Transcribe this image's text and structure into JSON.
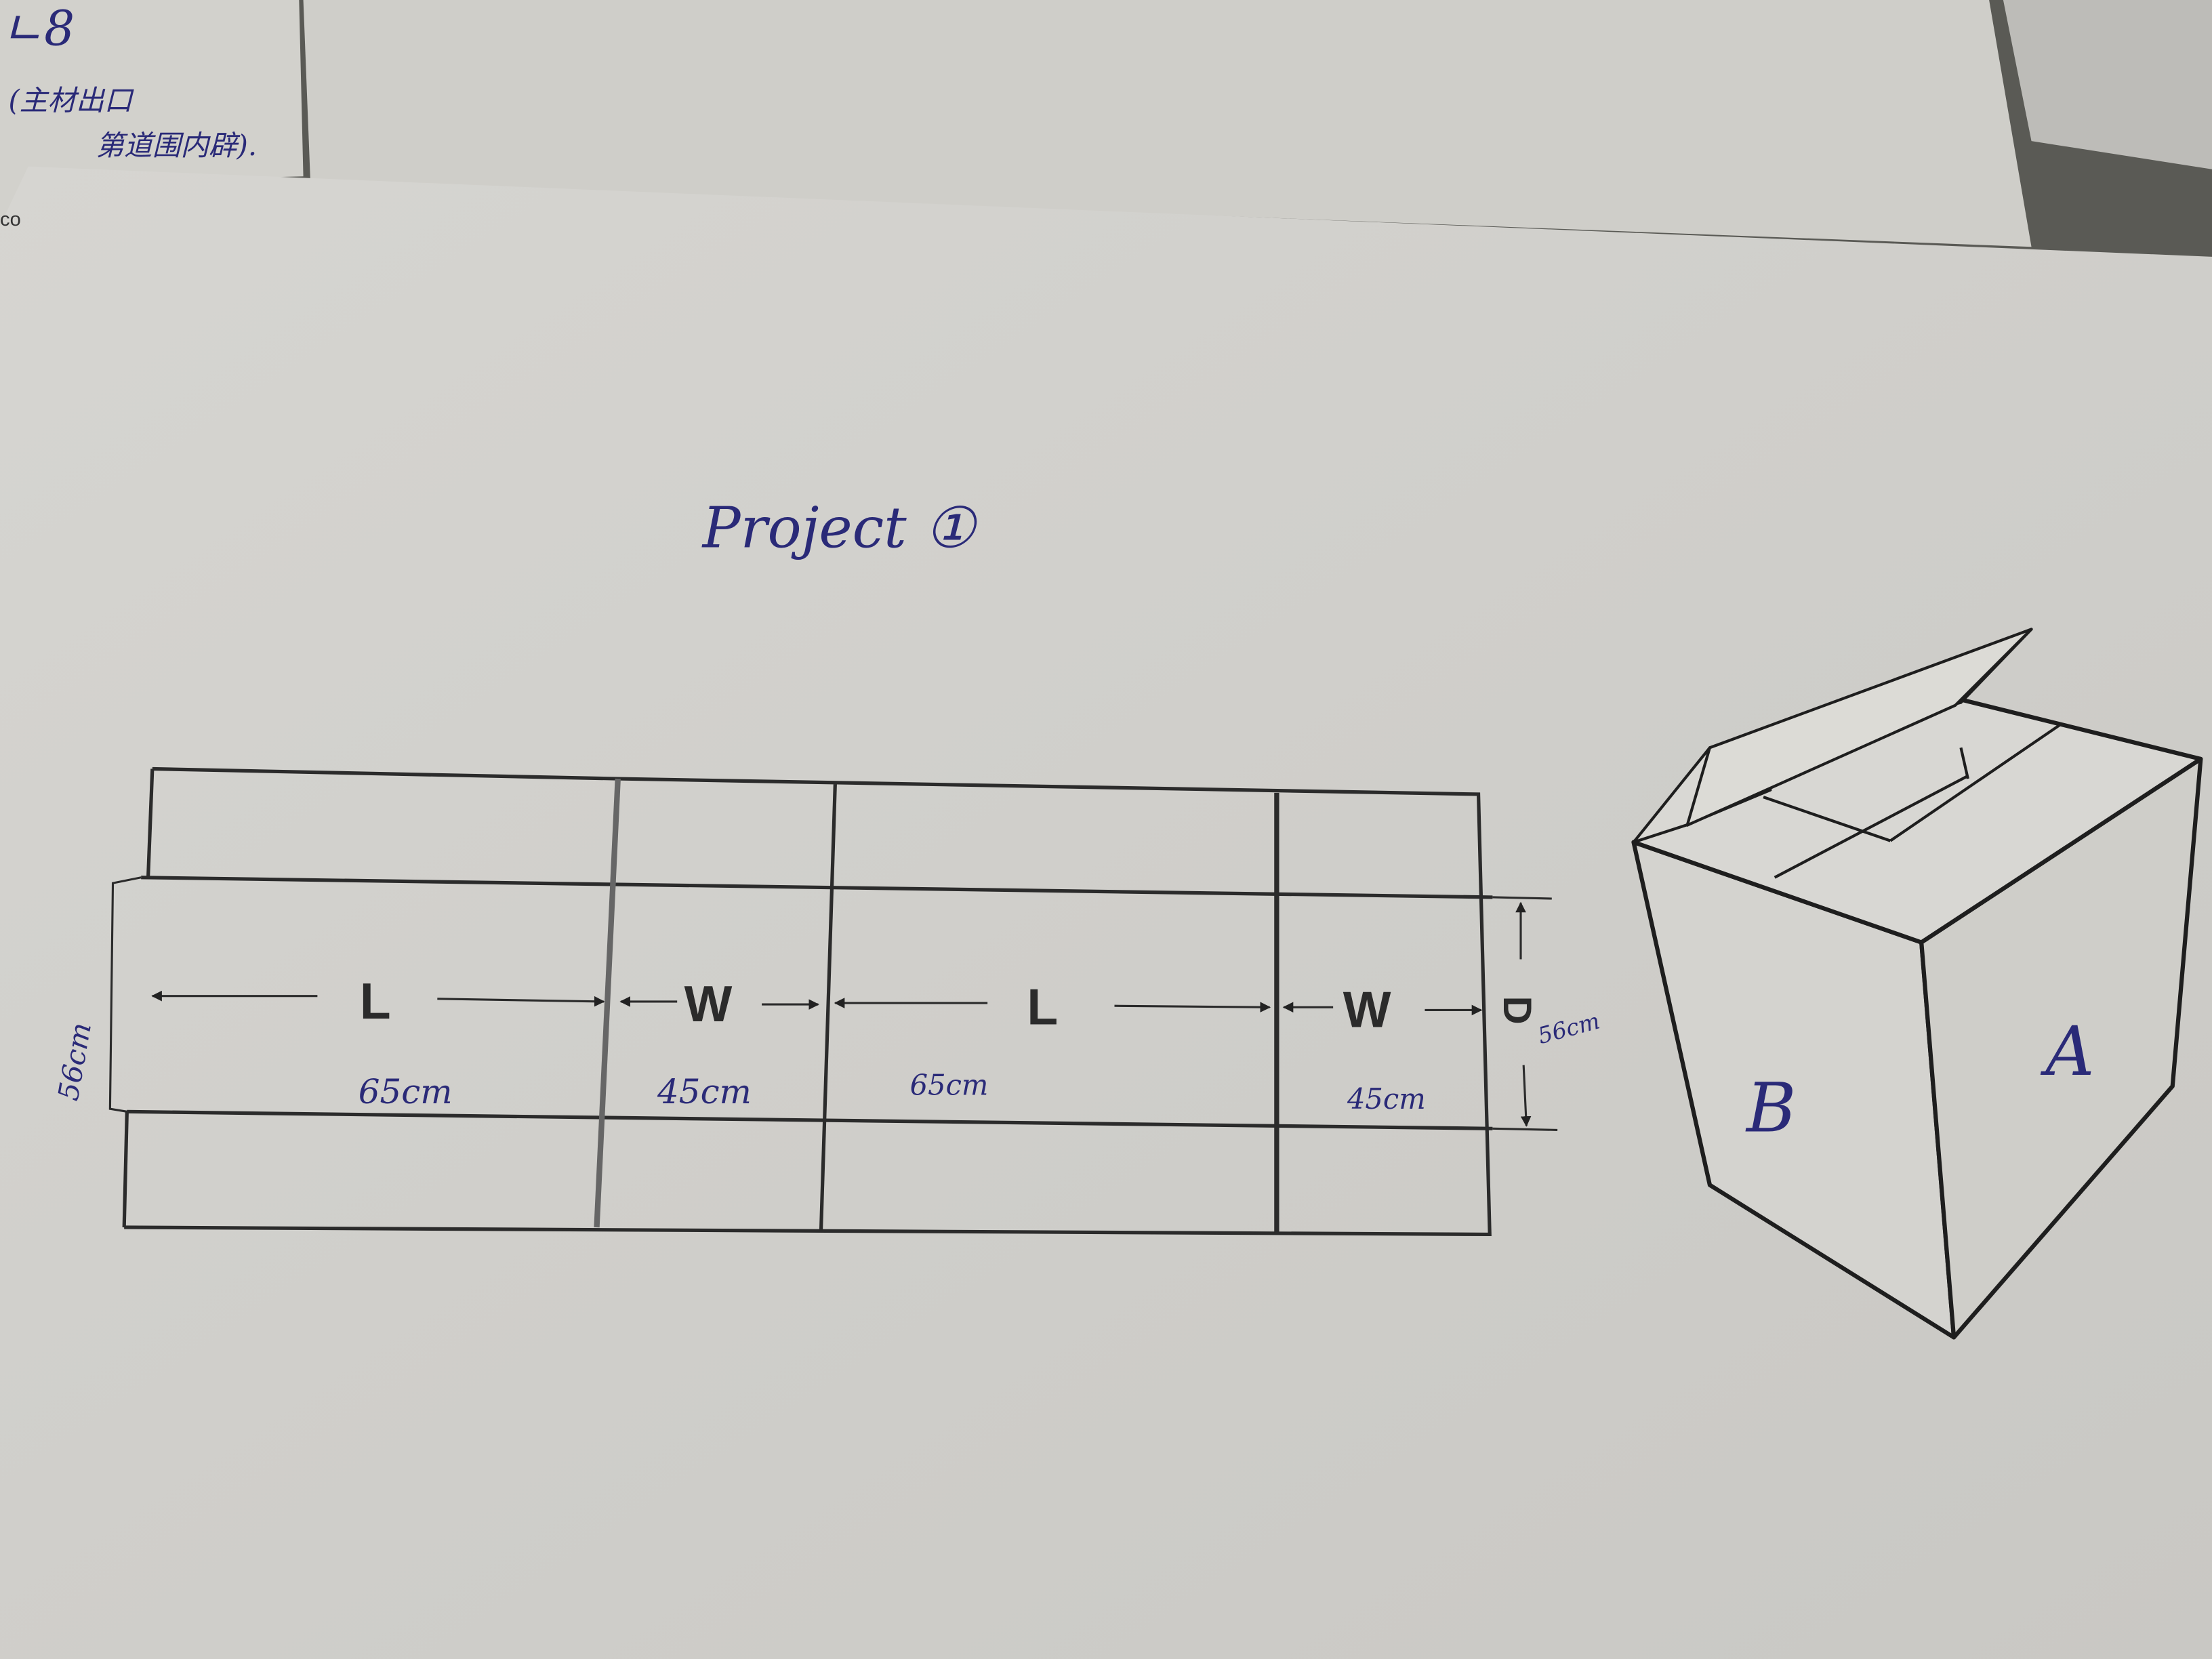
{
  "notes": {
    "line1": "(主材出口",
    "line2": "第道围内辟).",
    "corner_mark": "ㄴ8",
    "edge_text": "co"
  },
  "title": "Project ①",
  "dieline": {
    "panels": [
      {
        "letter": "L",
        "measure": "65cm"
      },
      {
        "letter": "W",
        "measure": "45cm"
      },
      {
        "letter": "L",
        "measure": "65cm"
      },
      {
        "letter": "W",
        "measure": "45cm"
      }
    ],
    "depth_letter": "D",
    "depth_measure": "56cm",
    "flap_measure": "56cm"
  },
  "box": {
    "face_a": "A",
    "face_b": "B"
  },
  "colors": {
    "paper": "#d9d8d4",
    "ink": "#2a2a78",
    "line": "#2b2b2b"
  }
}
